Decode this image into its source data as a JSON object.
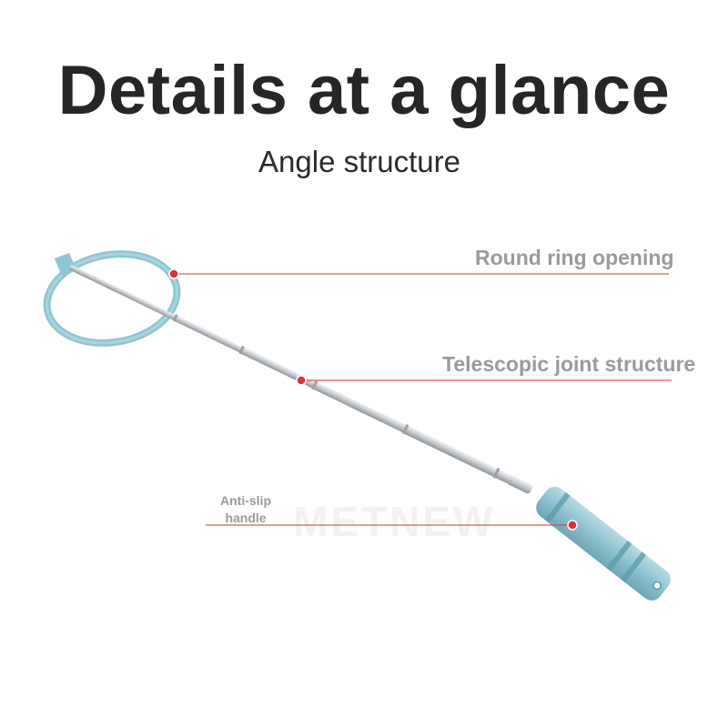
{
  "header": {
    "title": "Details at a glance",
    "subtitle": "Angle structure"
  },
  "callouts": {
    "ring": "Round ring opening",
    "telescopic": "Telescopic joint structure",
    "handle": "Anti-slip handle"
  },
  "watermark": "METNEW",
  "colors": {
    "background": "#ffffff",
    "title": "#262626",
    "label": "#9a9a9a",
    "accent_line": "#e0303a",
    "handle": "#8fc3d0",
    "rod": "#c8ccd0"
  }
}
